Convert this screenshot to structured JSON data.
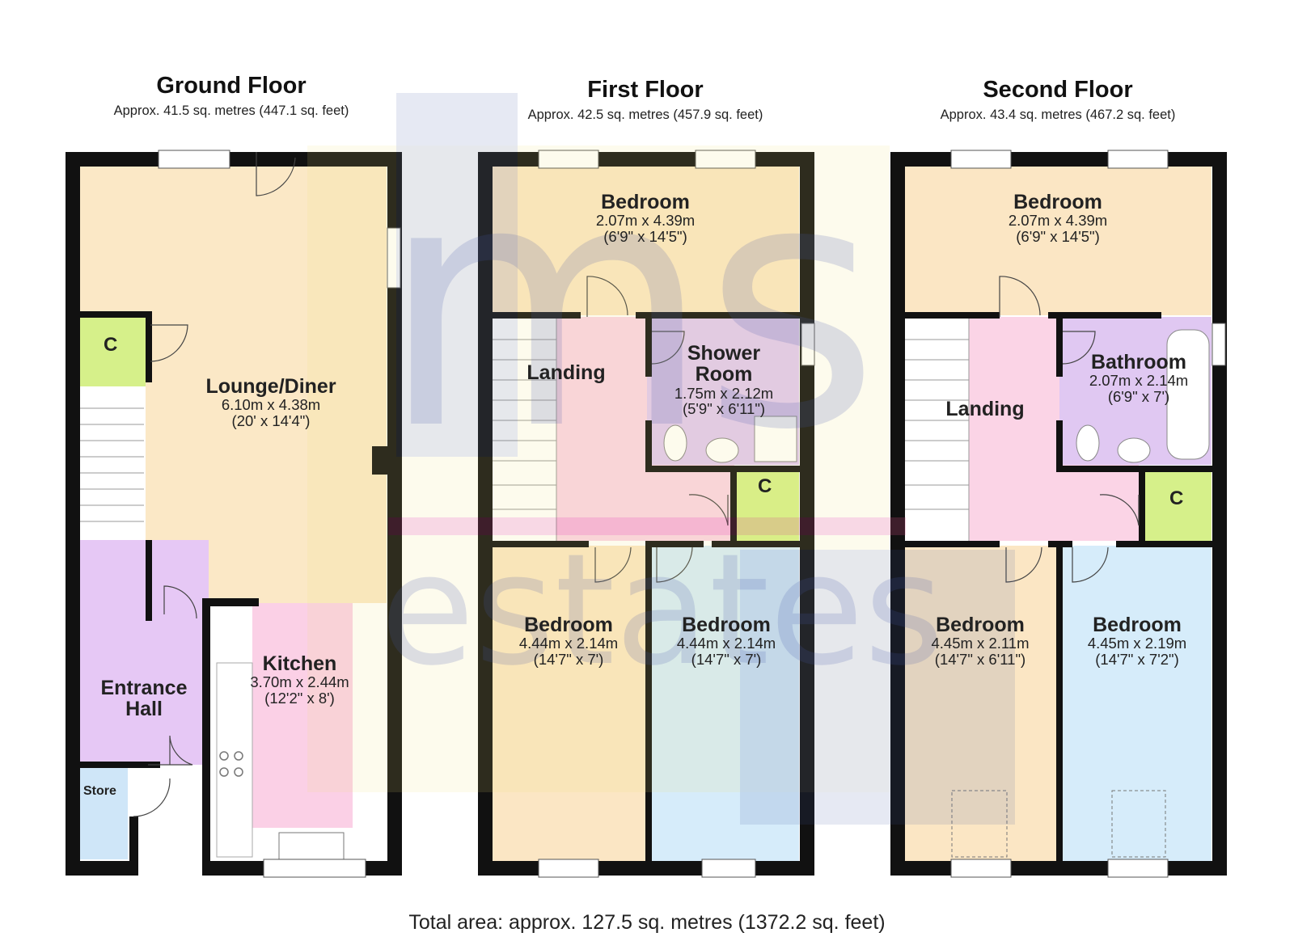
{
  "floors": [
    {
      "title": "Ground Floor",
      "area": "Approx. 41.5 sq. metres (447.1 sq. feet)"
    },
    {
      "title": "First Floor",
      "area": "Approx. 42.5 sq. metres (457.9 sq. feet)"
    },
    {
      "title": "Second Floor",
      "area": "Approx. 43.4 sq. metres (467.2 sq. feet)"
    }
  ],
  "rooms": {
    "lounge": {
      "name": "Lounge/Diner",
      "dim_m": "6.10m x 4.38m",
      "dim_ft": "(20' x 14'4\")"
    },
    "kitchen": {
      "name": "Kitchen",
      "dim_m": "3.70m x 2.44m",
      "dim_ft": "(12'2\" x 8')"
    },
    "entrance_line1": "Entrance",
    "entrance_line2": "Hall",
    "store": "Store",
    "cupboard": "C",
    "ff_bed_top": {
      "name": "Bedroom",
      "dim_m": "2.07m x 4.39m",
      "dim_ft": "(6'9\" x 14'5\")"
    },
    "ff_landing": "Landing",
    "shower_line1": "Shower",
    "shower_line2": "Room",
    "shower_dims": {
      "dim_m": "1.75m x 2.12m",
      "dim_ft": "(5'9\" x 6'11\")"
    },
    "ff_bed_left": {
      "name": "Bedroom",
      "dim_m": "4.44m x 2.14m",
      "dim_ft": "(14'7\" x 7')"
    },
    "ff_bed_right": {
      "name": "Bedroom",
      "dim_m": "4.44m x 2.14m",
      "dim_ft": "(14'7\" x 7')"
    },
    "sf_bed_top": {
      "name": "Bedroom",
      "dim_m": "2.07m x 4.39m",
      "dim_ft": "(6'9\" x 14'5\")"
    },
    "sf_landing": "Landing",
    "bathroom": {
      "name": "Bathroom",
      "dim_m": "2.07m x 2.14m",
      "dim_ft": "(6'9\" x 7')"
    },
    "sf_bed_left": {
      "name": "Bedroom",
      "dim_m": "4.45m x 2.11m",
      "dim_ft": "(14'7\" x 6'11\")"
    },
    "sf_bed_right": {
      "name": "Bedroom",
      "dim_m": "4.45m x 2.19m",
      "dim_ft": "(14'7\" x 7'2\")"
    }
  },
  "total_area": "Total area: approx. 127.5 sq. metres (1372.2 sq. feet)",
  "watermark": {
    "line1": "ms",
    "line2": "estates"
  },
  "colors": {
    "wall": "#111111",
    "lounge": "#fbe8c6",
    "bedroom_peach": "#fbe6c4",
    "bedroom_green": "#d9f0e0",
    "bedroom_blue": "#d6ecfa",
    "landing": "#fbd4e6",
    "bathroom": "#e0c8f2",
    "entrance": "#e6c8f5",
    "kitchen": "#fbd0e6",
    "cupboard": "#d6f08a",
    "store": "#cfe6f8",
    "stairs": "#ffffff"
  }
}
